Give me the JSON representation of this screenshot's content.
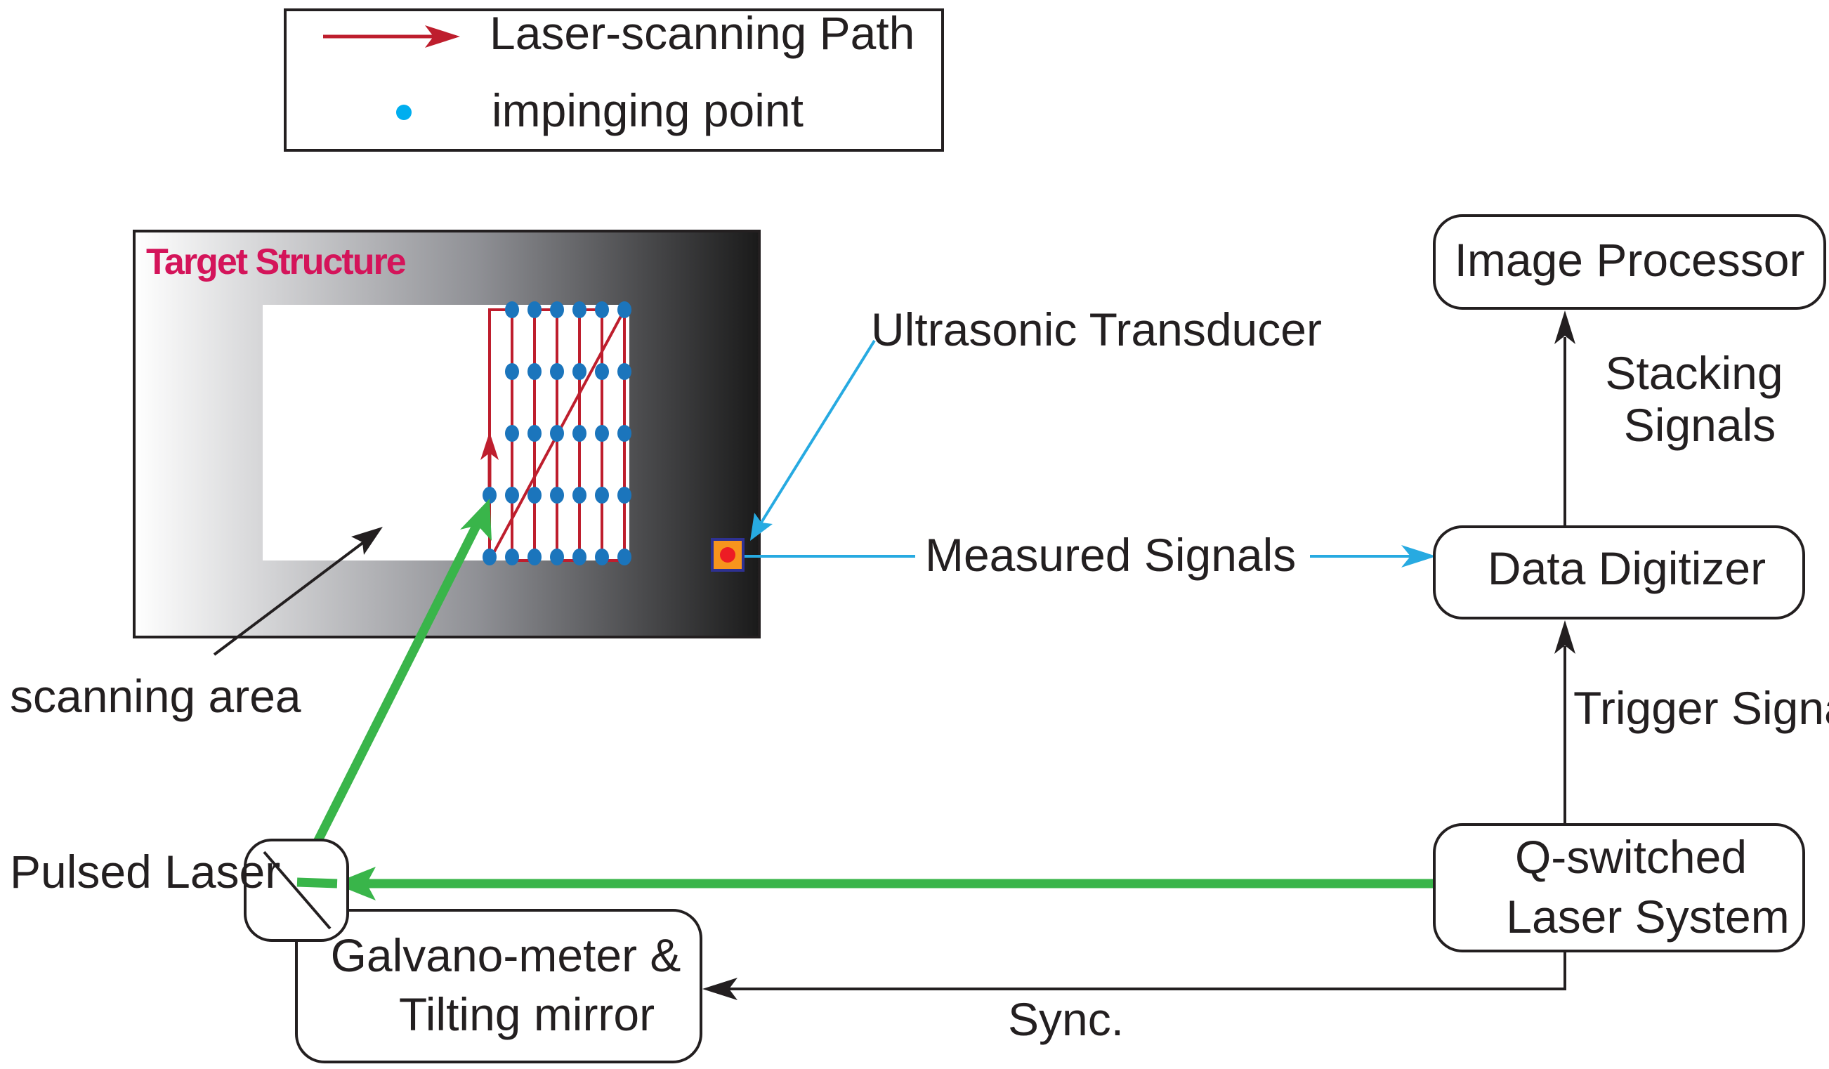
{
  "legend": {
    "path_label": "Laser-scanning Path",
    "point_label": "impinging point"
  },
  "target": {
    "title": "Target Structure",
    "scanning_area_label": "scanning area"
  },
  "transducer_label": "Ultrasonic Transducer",
  "measured_signals_label": "Measured Signals",
  "blocks": {
    "image_processor": "Image Processor",
    "data_digitizer": "Data Digitizer",
    "laser_system_line1": "Q-switched",
    "laser_system_line2": "Laser System",
    "galvano_line1": "Galvano-meter &",
    "galvano_line2": "Tilting mirror"
  },
  "signals": {
    "stacking_line1": "Stacking",
    "stacking_line2": "Signals",
    "trigger": "Trigger Signal",
    "sync": "Sync."
  },
  "pulsed_laser_label": "Pulsed Laser",
  "colors": {
    "scan_path": "#be1e2d",
    "impinging_point": "#1b75bc",
    "legend_point": "#00aeef",
    "laser_beam": "#39b54a",
    "transducer_link": "#27aae1",
    "target_title": "#d4145a",
    "transducer_fill": "#f7941d",
    "transducer_core": "#ed1c24",
    "transducer_border": "#2e3192",
    "line": "#231f20"
  }
}
